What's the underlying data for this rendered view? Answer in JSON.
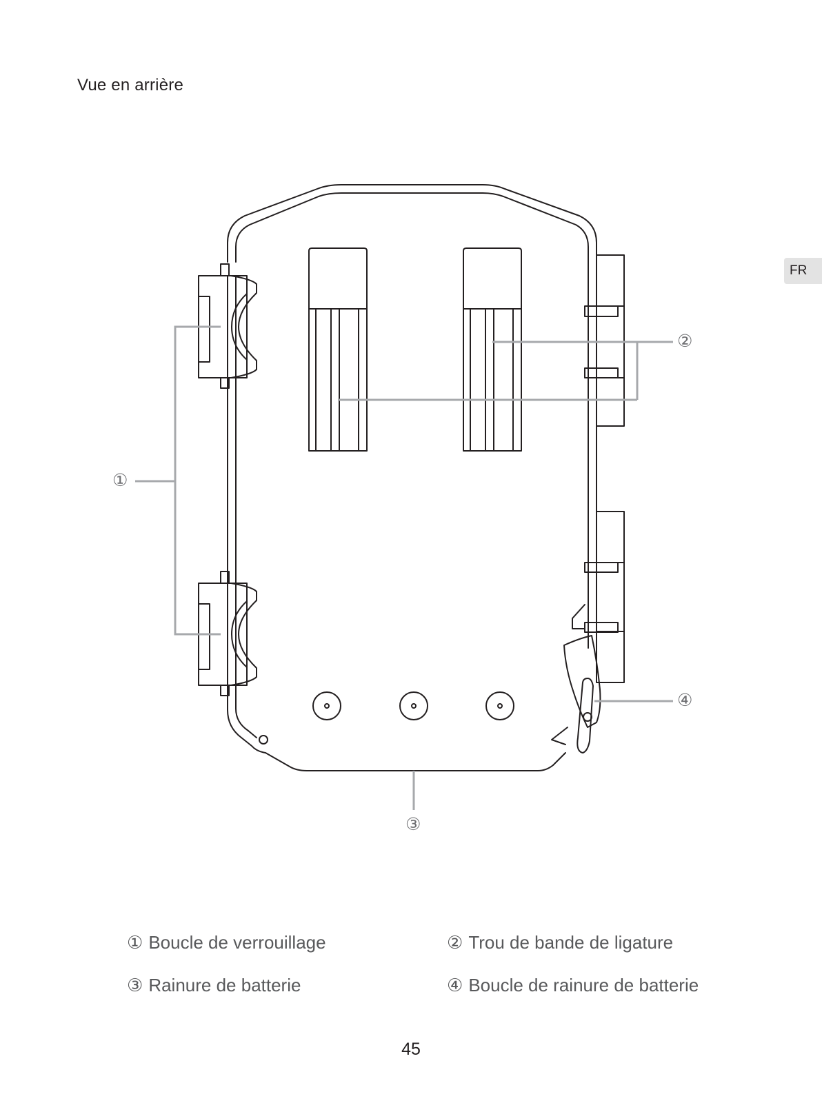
{
  "page": {
    "title": "Vue en arrière",
    "language_tab": "FR",
    "page_number": "45"
  },
  "callouts": {
    "c1": "①",
    "c2": "②",
    "c3": "③",
    "c4": "④"
  },
  "legend": [
    {
      "num": "①",
      "label": "Boucle de verrouillage"
    },
    {
      "num": "②",
      "label": "Trou de bande de ligature"
    },
    {
      "num": "③",
      "label": "Rainure de batterie"
    },
    {
      "num": "④",
      "label": "Boucle de rainure de batterie"
    }
  ],
  "colors": {
    "line": "#231f20",
    "leader": "#a7a9ac",
    "tab": "#e3e3e3"
  }
}
